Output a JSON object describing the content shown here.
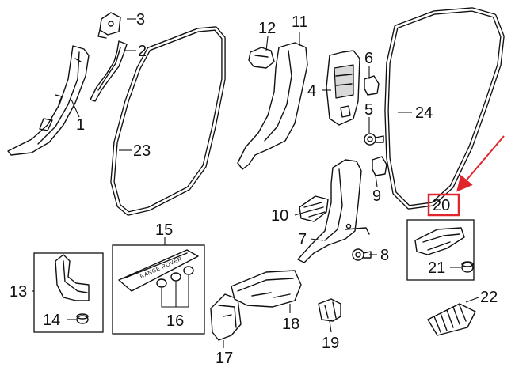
{
  "callouts": {
    "c1": "1",
    "c2": "2",
    "c3": "3",
    "c4": "4",
    "c5": "5",
    "c6": "6",
    "c7": "7",
    "c8": "8",
    "c9": "9",
    "c10": "10",
    "c11": "11",
    "c12": "12",
    "c13": "13",
    "c14": "14",
    "c15": "15",
    "c16": "16",
    "c17": "17",
    "c18": "18",
    "c19": "19",
    "c20": "20",
    "c21": "21",
    "c22": "22",
    "c23": "23",
    "c24": "24"
  },
  "plate_logo_text": "RANGE ROVER",
  "highlight": {
    "part": "20",
    "color": "#e0242a"
  }
}
